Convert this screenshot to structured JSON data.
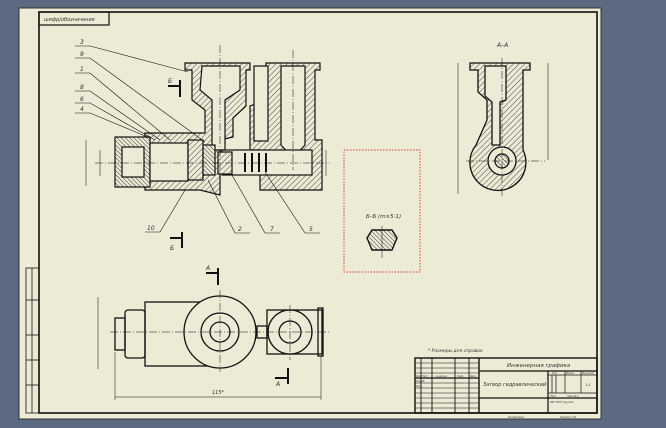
{
  "colors": {
    "workspace": "#5b6a80",
    "paper": "#ecebd6",
    "line": "#111111",
    "section_box": "#e23a3a"
  },
  "stamp_top": "шифр/обозначение",
  "callouts": [
    "3",
    "9",
    "1",
    "8",
    "6",
    "4",
    "10",
    "2",
    "7",
    "5"
  ],
  "section_marks": {
    "b_top": "Б",
    "b_bottom": "Б",
    "a_top": "А",
    "a_bottom": "А"
  },
  "views": {
    "section_aa": "А–А",
    "section_bb": "Б–Б (m×5:1)"
  },
  "notes": {
    "reference": "* Размеры для справок",
    "dim_total": "115*"
  },
  "title_block": {
    "subject": "Инженерная графика",
    "name": "Затвор гидравлический",
    "lit": "Лит.",
    "mass": "Масса",
    "scale_label": "Масштаб",
    "scale": "1:1",
    "sheet": "Лист",
    "sheets": "Листов  1",
    "org": "НИ ТПУ  Группа",
    "col_headers": [
      "Изм.",
      "Лист",
      "№ докум.",
      "Подп.",
      "Дата"
    ],
    "rows": [
      "Разраб.",
      "Пров."
    ],
    "copied": "Копировал",
    "format": "Формат А3"
  }
}
